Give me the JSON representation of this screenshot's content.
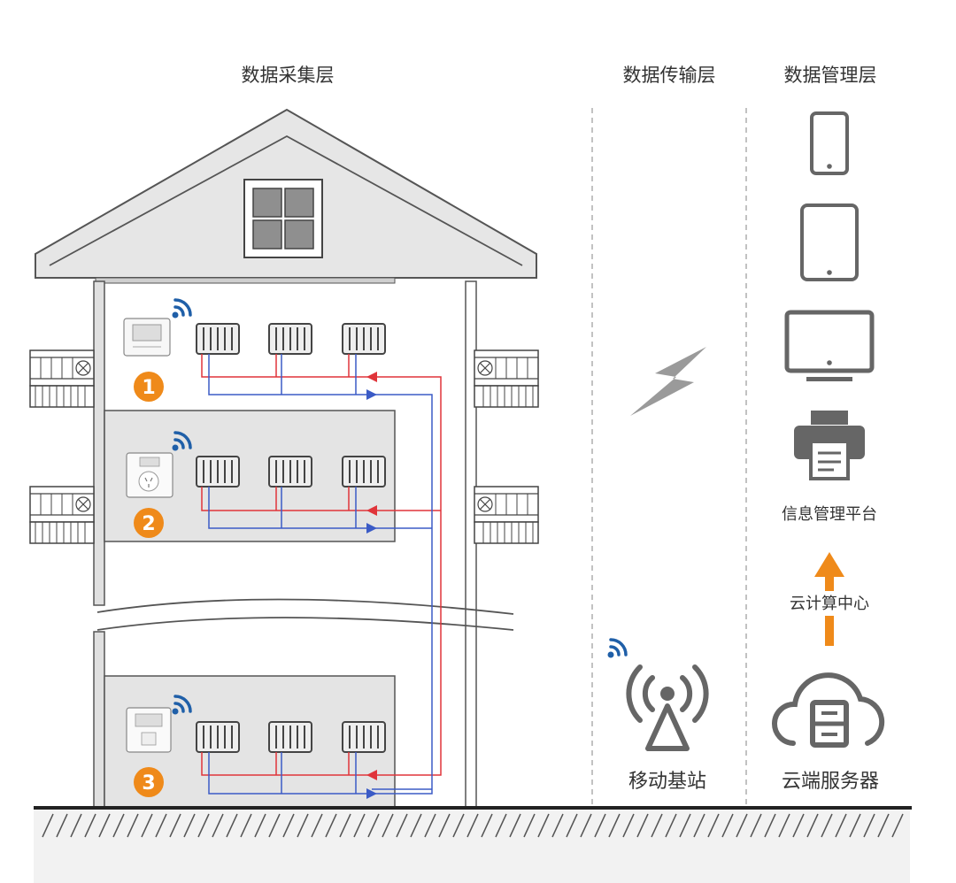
{
  "layers": {
    "collection": "数据采集层",
    "transmission": "数据传输层",
    "management": "数据管理层"
  },
  "floors": [
    {
      "number": "1",
      "device": "thermostat"
    },
    {
      "number": "2",
      "device": "socket-controller"
    },
    {
      "number": "3",
      "device": "wall-controller"
    }
  ],
  "labels": {
    "base_station": "移动基站",
    "platform": "信息管理平台",
    "cloud_center": "云计算中心",
    "cloud_server": "云端服务器"
  },
  "colors": {
    "text": "#333333",
    "badge": "#ef8a1a",
    "wifi": "#1f5fa8",
    "supply_line": "#e0343a",
    "return_line": "#3b5bc6",
    "wall": "#e4e4e4",
    "icon": "#666666"
  }
}
